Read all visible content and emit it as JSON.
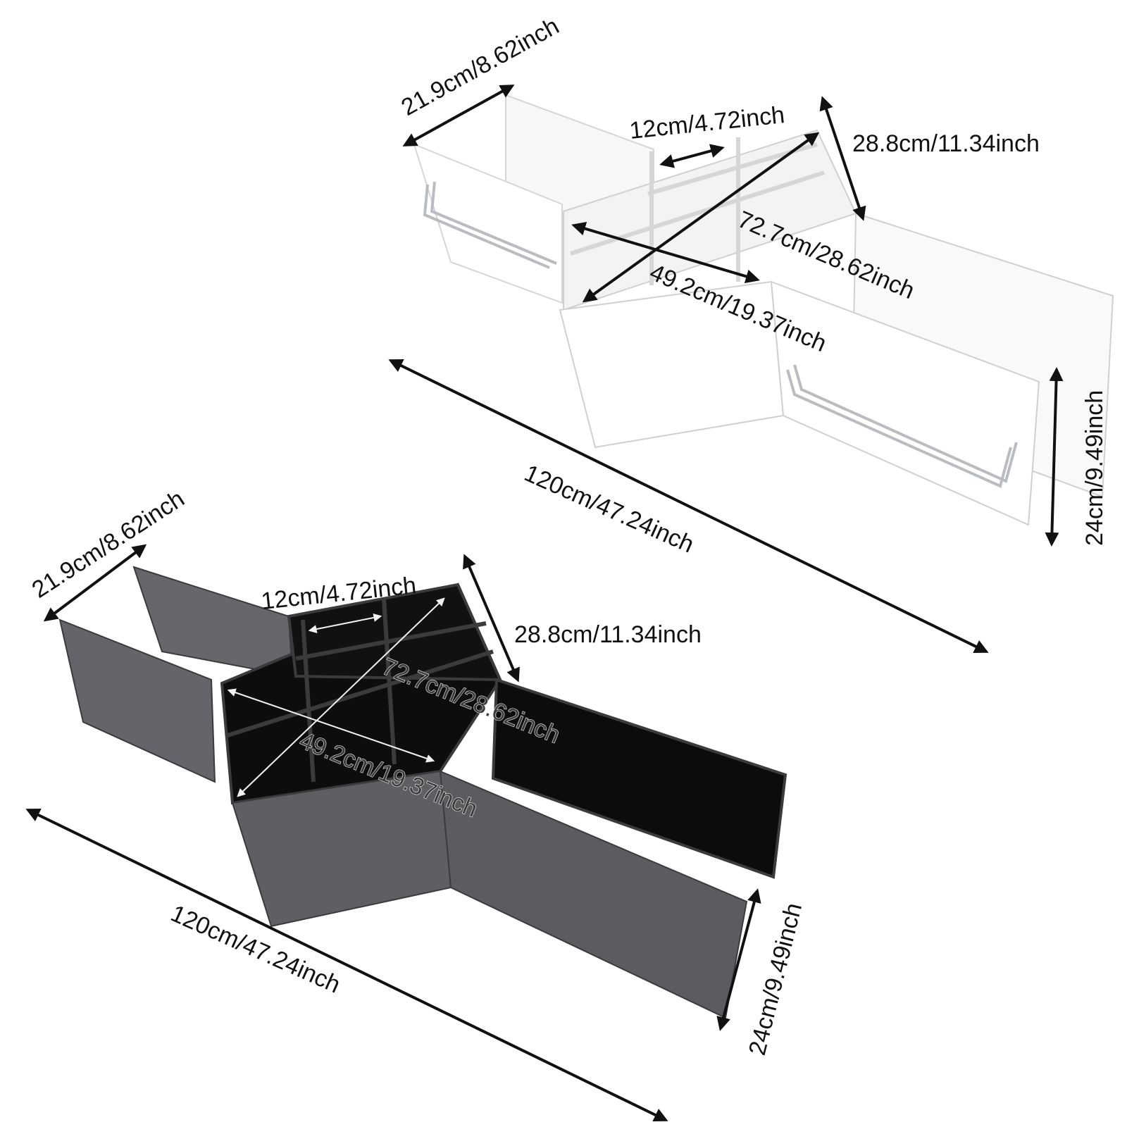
{
  "colors": {
    "background": "#ffffff",
    "white_unit_face": "#ffffff",
    "white_unit_edge": "#d8d8d8",
    "white_unit_shadow": "#e9e9e9",
    "dark_unit_outer": "#5f5d62",
    "dark_unit_inner": "#0d0d0d",
    "dark_unit_edge": "#3b3a3c",
    "dimension_ink": "#111111",
    "dimension_ink_light": "#f2f2f2",
    "rail_metal": "#b9bcc0"
  },
  "units": [
    {
      "variant": "white",
      "dimensions": {
        "side_depth": "21.9cm/8.62inch",
        "cubby_width": "12cm/4.72inch",
        "side_height": "28.8cm/11.34inch",
        "diagonal_long": "72.7cm/28.62inch",
        "diagonal_short": "49.2cm/19.37inch",
        "total_length": "120cm/47.24inch",
        "panel_height": "24cm/9.49inch"
      }
    },
    {
      "variant": "dark",
      "dimensions": {
        "side_depth": "21.9cm/8.62inch",
        "cubby_width": "12cm/4.72inch",
        "side_height": "28.8cm/11.34inch",
        "diagonal_long": "72.7cm/28.62inch",
        "diagonal_short": "49.2cm/19.37inch",
        "total_length": "120cm/47.24inch",
        "panel_height": "24cm/9.49inch"
      }
    }
  ]
}
